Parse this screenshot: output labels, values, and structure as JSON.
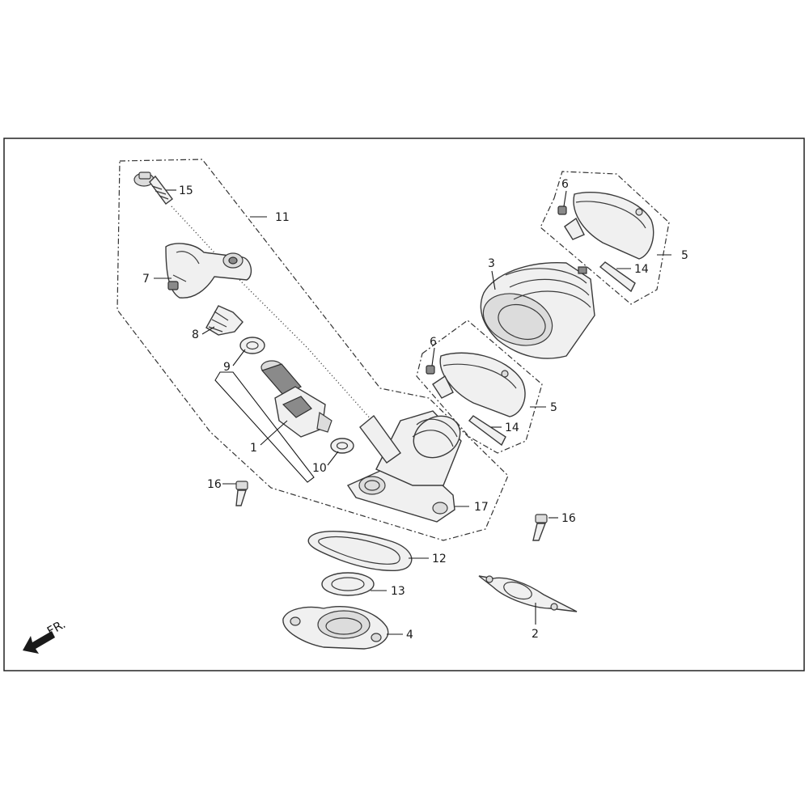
{
  "labels": {
    "l1": "1",
    "l2": "2",
    "l3": "3",
    "l4": "4",
    "l5a": "5",
    "l5b": "5",
    "l6a": "6",
    "l6b": "6",
    "l7": "7",
    "l8": "8",
    "l9": "9",
    "l10": "10",
    "l11": "11",
    "l12": "12",
    "l13": "13",
    "l14a": "14",
    "l14b": "14",
    "l15": "15",
    "l16a": "16",
    "l16b": "16",
    "l17": "17"
  },
  "direction": {
    "label": "FR."
  },
  "colors": {
    "line": "#3a3a3a",
    "fill": "#f0f0f0",
    "shade": "#8a8a8a"
  }
}
